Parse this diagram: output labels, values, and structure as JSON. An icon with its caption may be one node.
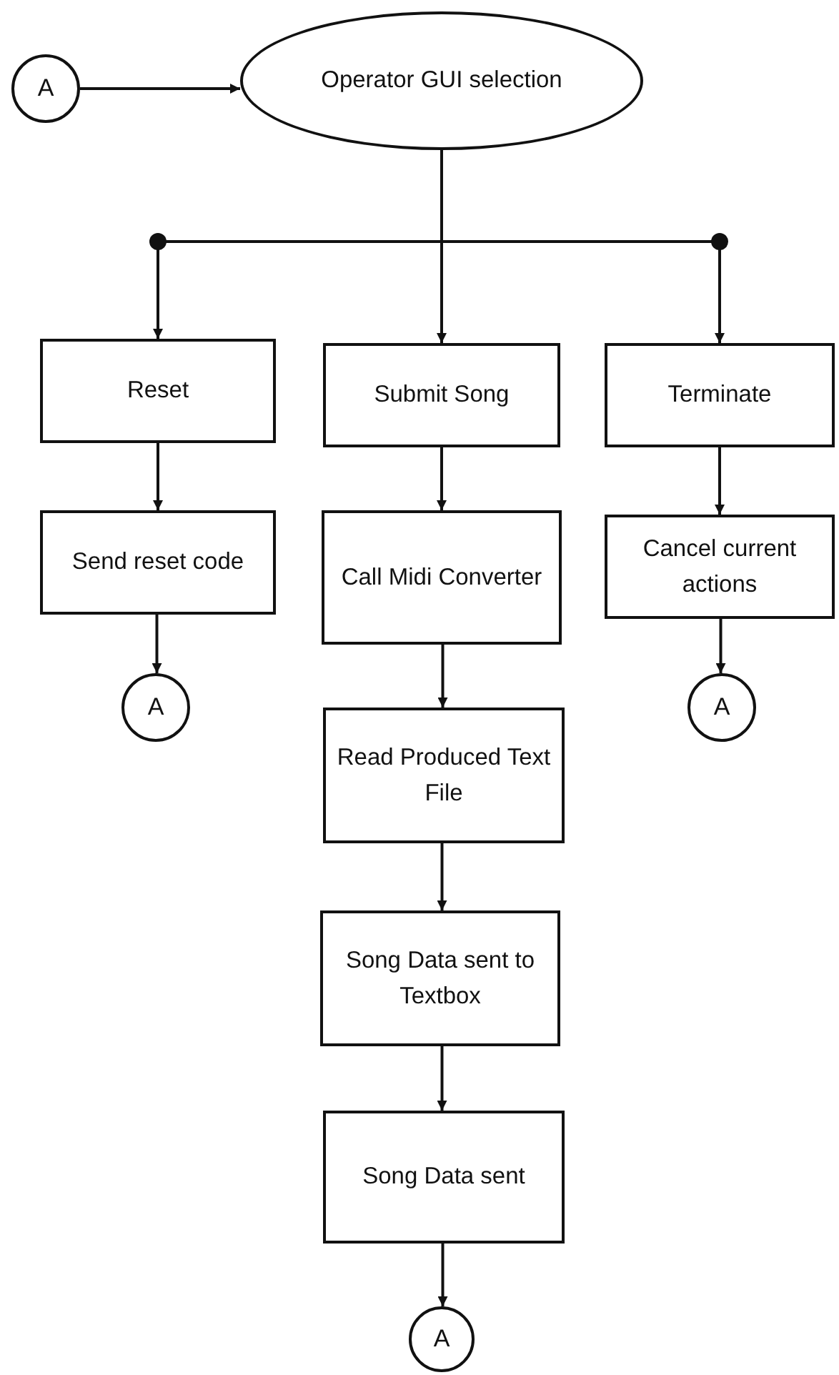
{
  "diagram": {
    "nodes": [
      {
        "text": [
          "A"
        ]
      },
      {
        "text": [
          "Operator GUI selection"
        ]
      },
      {
        "text": [
          "Reset"
        ]
      },
      {
        "text": [
          "Submit Song"
        ]
      },
      {
        "text": [
          "Terminate"
        ]
      },
      {
        "text": [
          "Send reset code"
        ]
      },
      {
        "text": [
          "Call Midi Converter"
        ]
      },
      {
        "text": [
          "Cancel current actions"
        ]
      },
      {
        "text": [
          "A"
        ]
      },
      {
        "text": [
          "Read Produced Text File"
        ]
      },
      {
        "text": [
          "A"
        ]
      },
      {
        "text": [
          "Song Data sent to Textbox"
        ]
      },
      {
        "text": [
          "Song Data sent"
        ]
      },
      {
        "text": [
          "A"
        ]
      }
    ],
    "edges": [
      {
        "from": 0,
        "to": 1,
        "arrow": "to"
      },
      {
        "from": 1,
        "to": 2,
        "arrow": "to"
      },
      {
        "from": 1,
        "to": 3,
        "arrow": "to"
      },
      {
        "from": 1,
        "to": 4,
        "arrow": "to"
      },
      {
        "from": 2,
        "to": 5,
        "arrow": "to"
      },
      {
        "from": 3,
        "to": 6,
        "arrow": "to"
      },
      {
        "from": 4,
        "to": 7,
        "arrow": "to"
      },
      {
        "from": 5,
        "to": 8,
        "arrow": "to"
      },
      {
        "from": 6,
        "to": 9,
        "arrow": "to"
      },
      {
        "from": 7,
        "to": 10,
        "arrow": "to"
      },
      {
        "from": 9,
        "to": 11,
        "arrow": "to"
      },
      {
        "from": 11,
        "to": 12,
        "arrow": "to"
      },
      {
        "from": 12,
        "to": 13,
        "arrow": "to"
      }
    ]
  }
}
